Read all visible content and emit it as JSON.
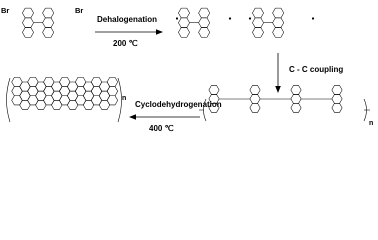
{
  "steps": [
    {
      "label": "Dehalogenation",
      "condition": "200 ℃"
    },
    {
      "label": "C - C coupling"
    },
    {
      "label": "Cyclodehydrogenation",
      "condition": "400 ℃"
    }
  ],
  "atoms": {
    "bromine": "Br",
    "repeat_index": "n"
  }
}
